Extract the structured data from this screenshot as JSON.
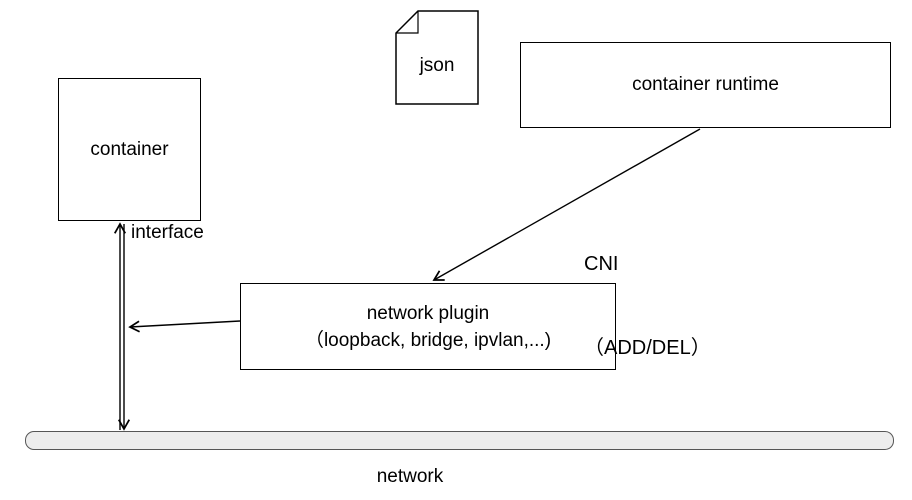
{
  "nodes": {
    "container": "container",
    "json_file": "json",
    "runtime": "container runtime",
    "plugin_line1": "network plugin",
    "plugin_line2": "（loopback, bridge, ipvlan,...)",
    "network": "network"
  },
  "labels": {
    "interface": "interface",
    "cni_line1": "CNI",
    "cni_line2": "（ADD/DEL）"
  },
  "edges": [
    {
      "from": "container runtime",
      "to": "network plugin",
      "label": "CNI（ADD/DEL）"
    },
    {
      "from": "network plugin",
      "to": "interface",
      "label": ""
    },
    {
      "from": "container",
      "to": "network",
      "label": "interface",
      "style": "double-line-bidirectional"
    }
  ],
  "colors": {
    "line": "#000000",
    "box_border": "#000000",
    "box_fill": "#ffffff",
    "network_fill": "#ededed",
    "network_border": "#565656",
    "text": "#000000",
    "background": "#ffffff"
  }
}
